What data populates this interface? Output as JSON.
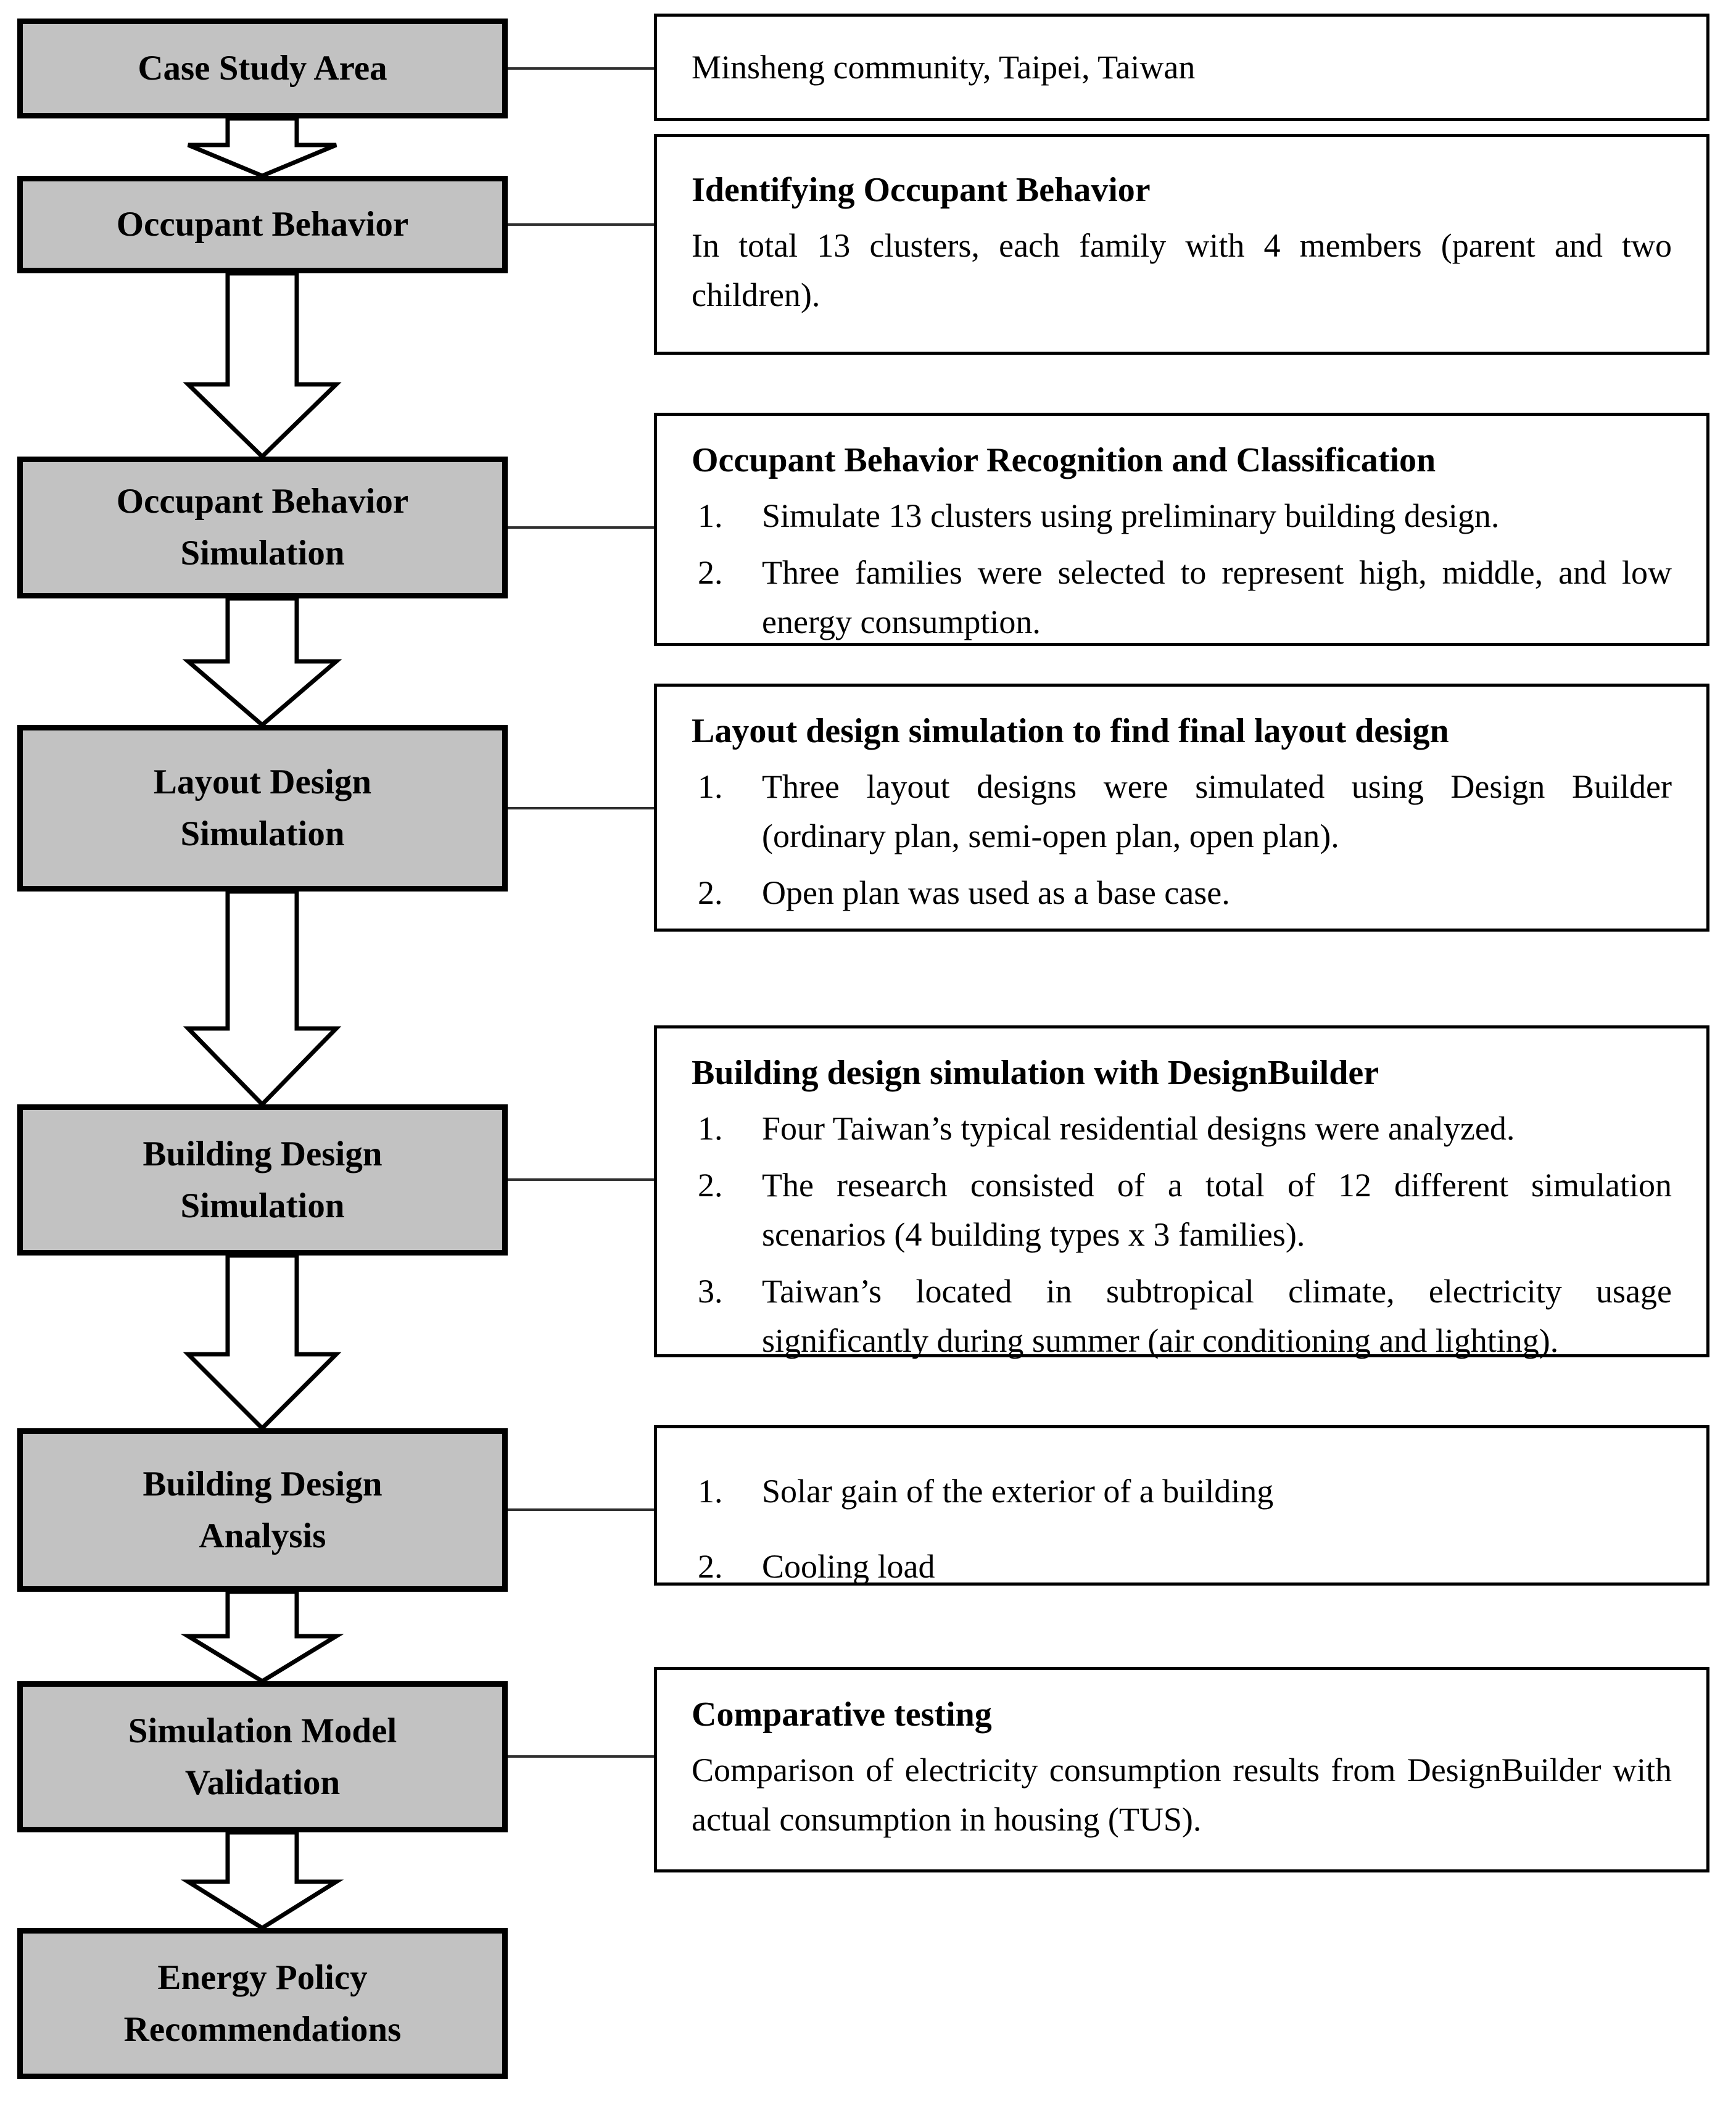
{
  "figure": {
    "type": "methodology-flowchart",
    "colors": {
      "step_fill": "#c2c2c2",
      "step_border": "#000000",
      "detail_border": "#000000",
      "connector": "#2f2f2f",
      "arrow_fill": "#ffffff",
      "arrow_stroke": "#000000"
    },
    "steps": [
      {
        "label": "Case Study Area"
      },
      {
        "label": "Occupant Behavior"
      },
      {
        "label": "Occupant Behavior Simulation"
      },
      {
        "label": "Layout Design Simulation"
      },
      {
        "label": "Building Design Simulation"
      },
      {
        "label": "Building Design Analysis"
      },
      {
        "label": "Simulation Model Validation"
      },
      {
        "label": "Energy Policy Recommendations"
      }
    ],
    "details": [
      {
        "body": "Minsheng community, Taipei, Taiwan"
      },
      {
        "heading": "Identifying Occupant Behavior",
        "body": "In total 13 clusters, each family with 4 members (parent and two children)."
      },
      {
        "heading": "Occupant Behavior Recognition and Classification",
        "items": [
          "Simulate 13 clusters using preliminary building design.",
          "Three families were selected to represent high, middle, and low energy consumption."
        ]
      },
      {
        "heading": "Layout design simulation to find final layout design",
        "items": [
          "Three layout designs were simulated using Design Builder (ordinary plan, semi-open plan, open plan).",
          "Open plan was used as a base case."
        ]
      },
      {
        "heading": "Building design simulation with DesignBuilder",
        "items": [
          "Four Taiwan’s typical residential designs were analyzed.",
          "The research consisted of a total of 12 different simulation scenarios (4 building types x 3 families).",
          "Taiwan’s located in subtropical climate, electricity usage significantly during summer (air conditioning and lighting)."
        ]
      },
      {
        "items": [
          "Solar gain of the exterior of a building",
          "Cooling load"
        ]
      },
      {
        "heading": "Comparative testing",
        "body": "Comparison of electricity consumption results from DesignBuilder with actual consumption in housing (TUS)."
      }
    ]
  }
}
